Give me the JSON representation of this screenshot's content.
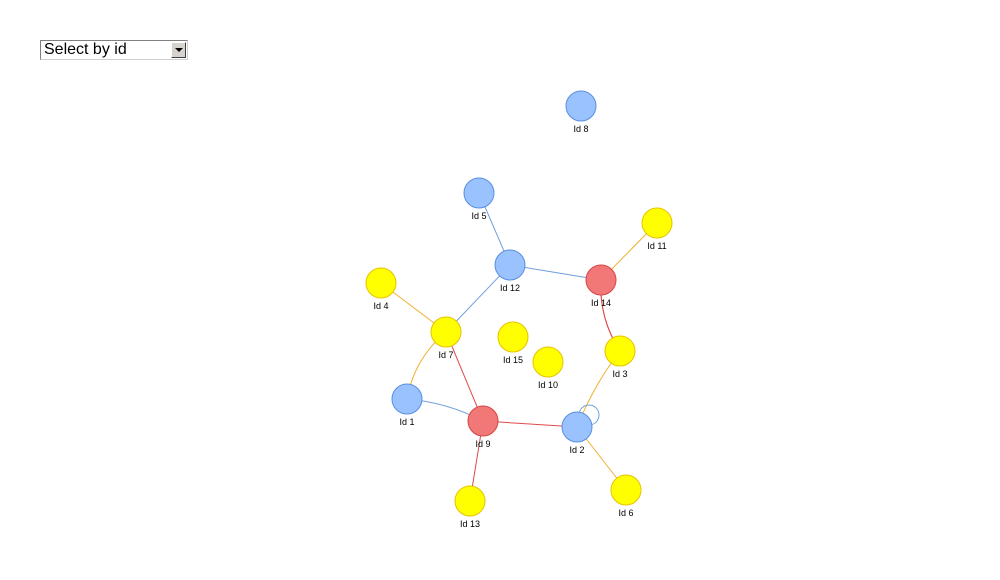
{
  "select": {
    "label": "Select by id",
    "arrow_icon": "chevron-down-icon"
  },
  "graph": {
    "colors": {
      "blue": "#99c2ff",
      "blue_stroke": "#5a8fdf",
      "red": "#f27878",
      "red_stroke": "#d44545",
      "yellow": "#ffff00",
      "yellow_stroke": "#e6c200",
      "edge_blue": "#6fa0dc",
      "edge_red": "#e04a4a",
      "edge_orange": "#f0b030"
    },
    "nodes": [
      {
        "id": "8",
        "label": "Id 8",
        "color": "blue"
      },
      {
        "id": "5",
        "label": "Id 5",
        "color": "blue"
      },
      {
        "id": "11",
        "label": "Id 11",
        "color": "yellow"
      },
      {
        "id": "12",
        "label": "Id 12",
        "color": "blue"
      },
      {
        "id": "14",
        "label": "Id 14",
        "color": "red"
      },
      {
        "id": "4",
        "label": "Id 4",
        "color": "yellow"
      },
      {
        "id": "7",
        "label": "Id 7",
        "color": "yellow"
      },
      {
        "id": "15",
        "label": "Id 15",
        "color": "yellow"
      },
      {
        "id": "3",
        "label": "Id 3",
        "color": "yellow"
      },
      {
        "id": "10",
        "label": "Id 10",
        "color": "yellow"
      },
      {
        "id": "1",
        "label": "Id 1",
        "color": "blue"
      },
      {
        "id": "9",
        "label": "Id 9",
        "color": "red"
      },
      {
        "id": "2",
        "label": "Id 2",
        "color": "blue"
      },
      {
        "id": "13",
        "label": "Id 13",
        "color": "yellow"
      },
      {
        "id": "6",
        "label": "Id 6",
        "color": "yellow"
      }
    ],
    "edges": [
      {
        "from": "5",
        "to": "12",
        "color": "edge_blue"
      },
      {
        "from": "12",
        "to": "14",
        "color": "edge_blue"
      },
      {
        "from": "12",
        "to": "7",
        "color": "edge_blue"
      },
      {
        "from": "11",
        "to": "14",
        "color": "edge_orange"
      },
      {
        "from": "4",
        "to": "7",
        "color": "edge_orange"
      },
      {
        "from": "14",
        "to": "3",
        "color": "edge_red"
      },
      {
        "from": "3",
        "to": "14",
        "color": "edge_red"
      },
      {
        "from": "7",
        "to": "9",
        "color": "edge_red"
      },
      {
        "from": "7",
        "to": "1",
        "color": "edge_orange"
      },
      {
        "from": "1",
        "to": "9",
        "color": "edge_blue"
      },
      {
        "from": "9",
        "to": "2",
        "color": "edge_red"
      },
      {
        "from": "9",
        "to": "13",
        "color": "edge_red"
      },
      {
        "from": "3",
        "to": "2",
        "color": "edge_orange"
      },
      {
        "from": "2",
        "to": "6",
        "color": "edge_orange"
      },
      {
        "from": "2",
        "to": "2",
        "color": "edge_blue"
      }
    ]
  }
}
